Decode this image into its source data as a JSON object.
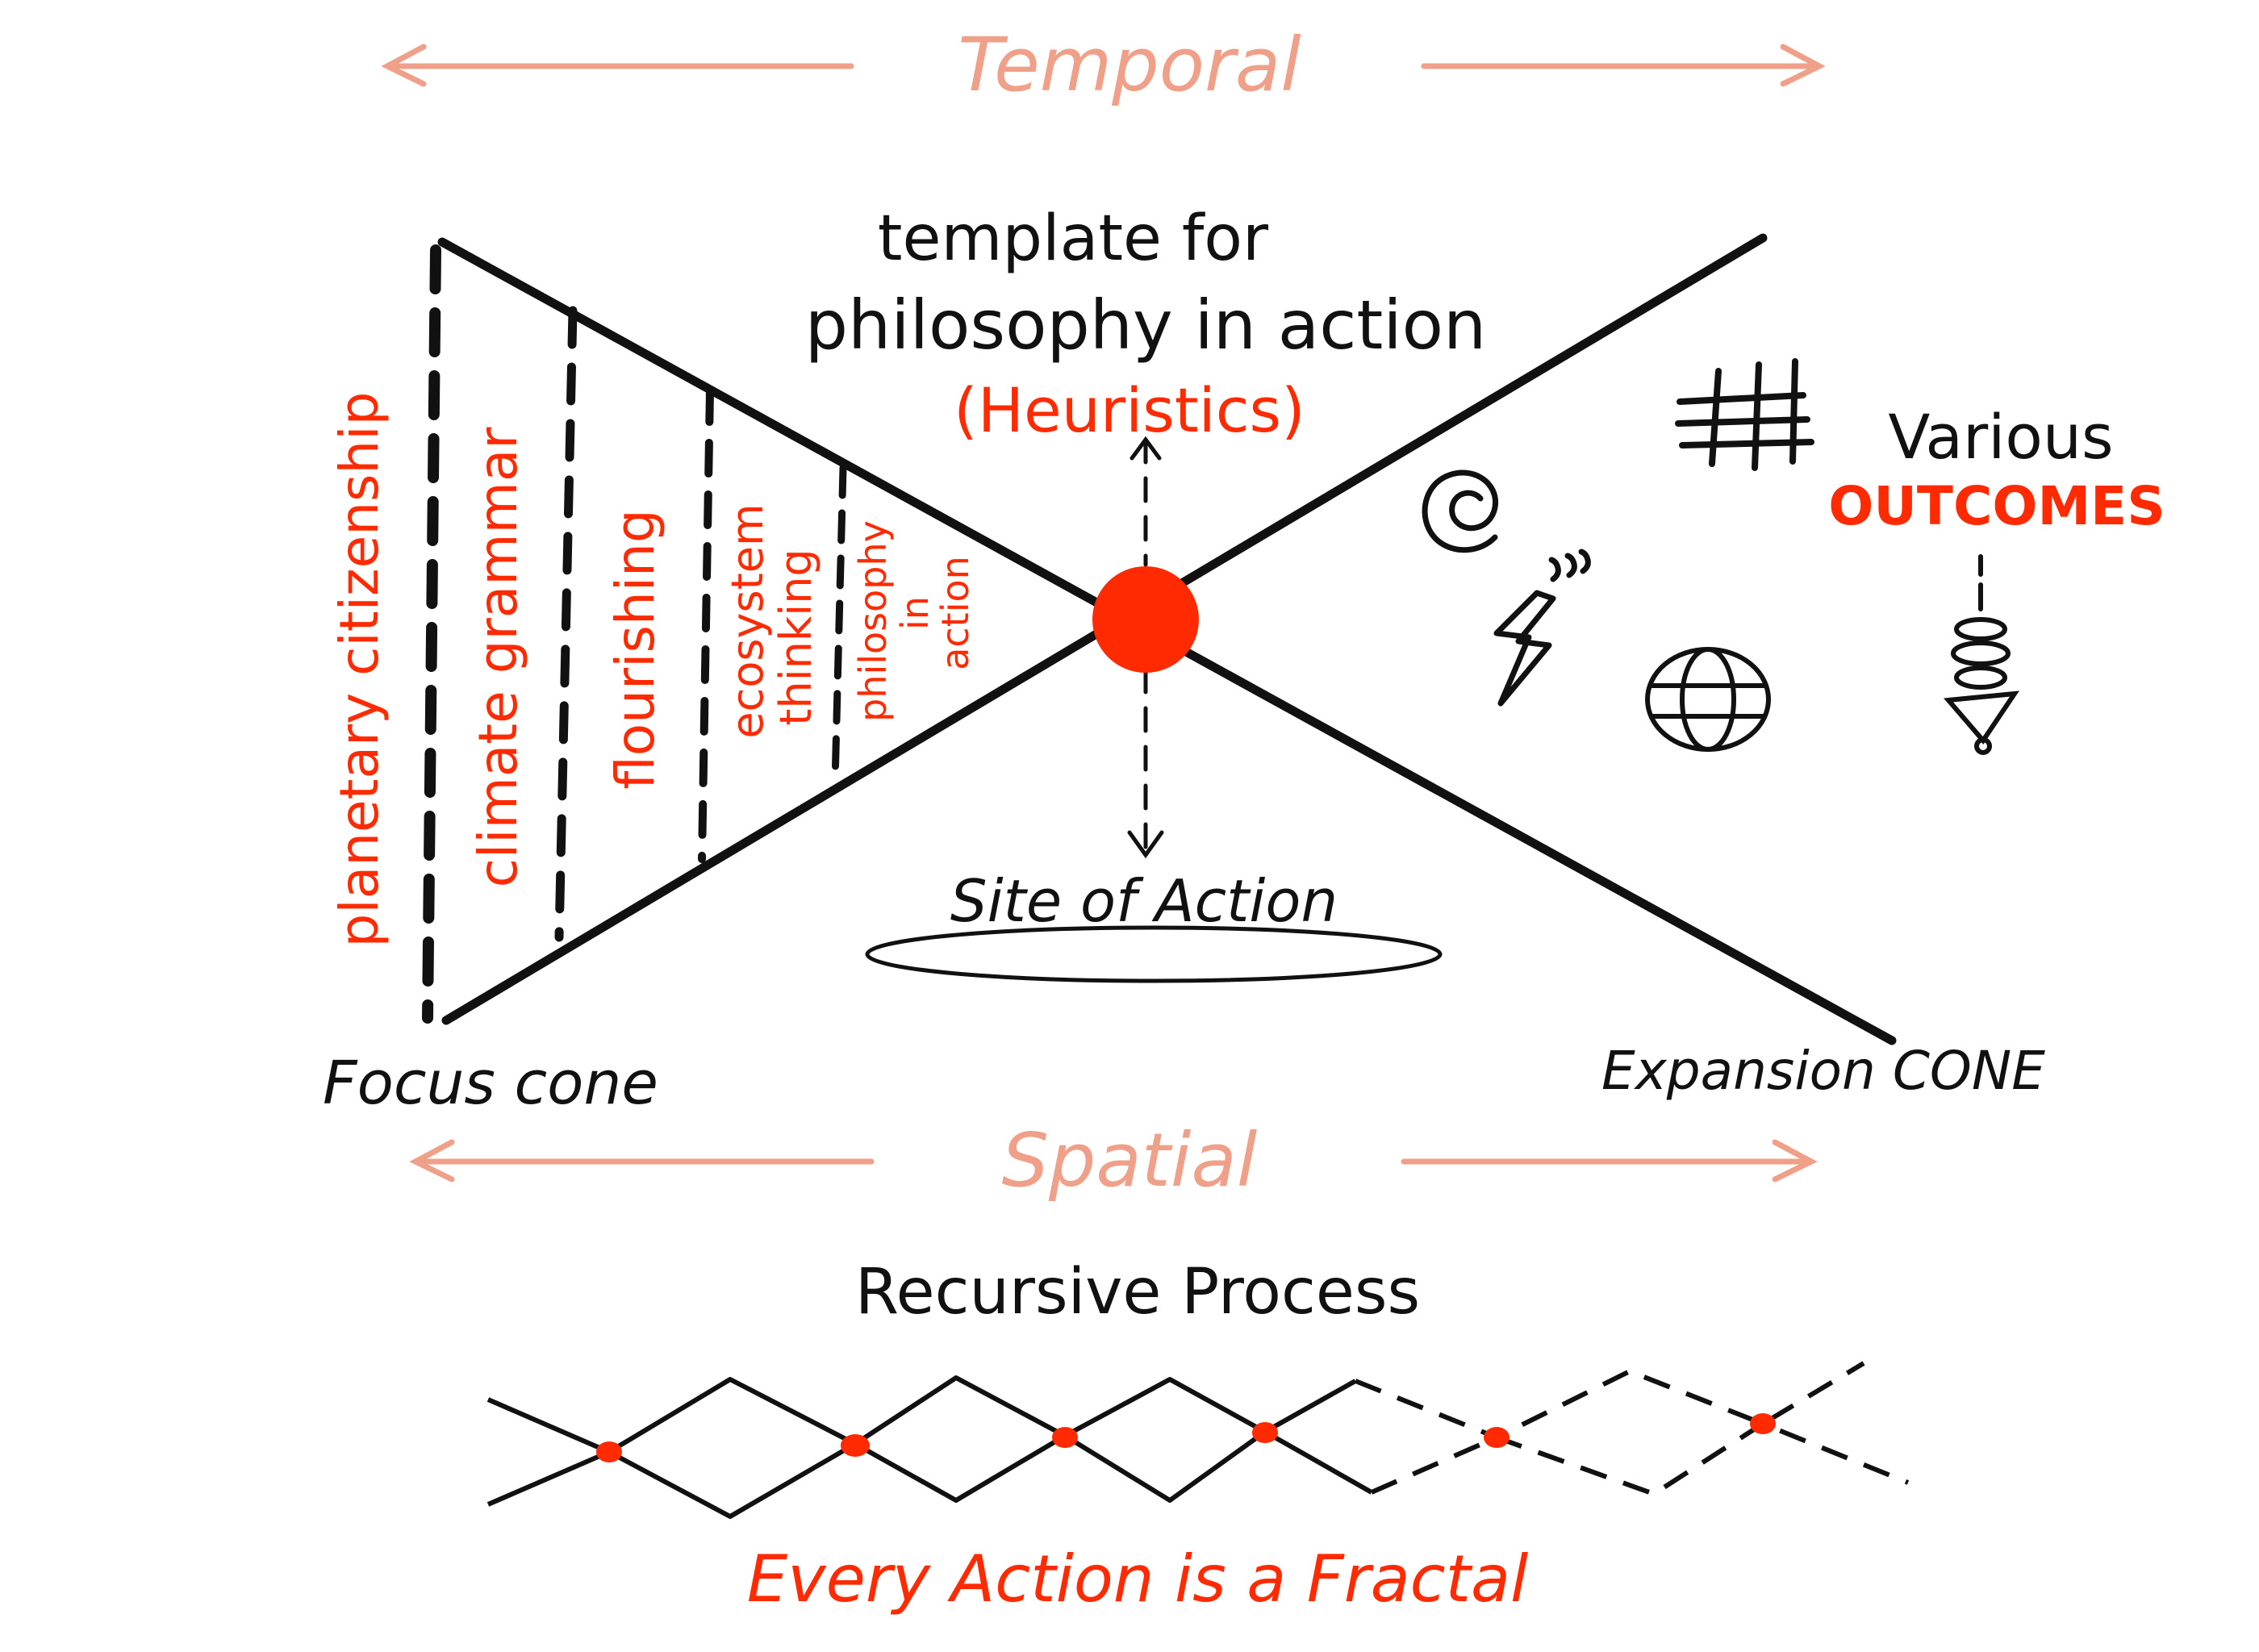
{
  "colors": {
    "ink": "#111111",
    "accent_red": "#ff2a00",
    "salmon": "#f0a088"
  },
  "header": {
    "temporal_label": "Temporal"
  },
  "center": {
    "template_line1": "template for",
    "template_line2": "philosophy in action",
    "heuristics": "(Heuristics)",
    "site_of_action": "Site of Action"
  },
  "focus_cone": {
    "label": "Focus cone",
    "layers": [
      "planetary citizenship",
      "climate grammar",
      "flourishing",
      "ecosystem",
      "thinking",
      "philosophy",
      "in",
      "action"
    ]
  },
  "expansion_cone": {
    "label": "Expansion CONE",
    "outcomes_line1": "Various",
    "outcomes_line2": "OUTCOMES",
    "icons": [
      "hashtag-icon",
      "spiral-icon",
      "lightning-icon",
      "globe-icon",
      "spinning-top-icon"
    ]
  },
  "spatial": {
    "label": "Spatial"
  },
  "recursive": {
    "title": "Recursive Process",
    "caption": "Every Action is a Fractal"
  }
}
